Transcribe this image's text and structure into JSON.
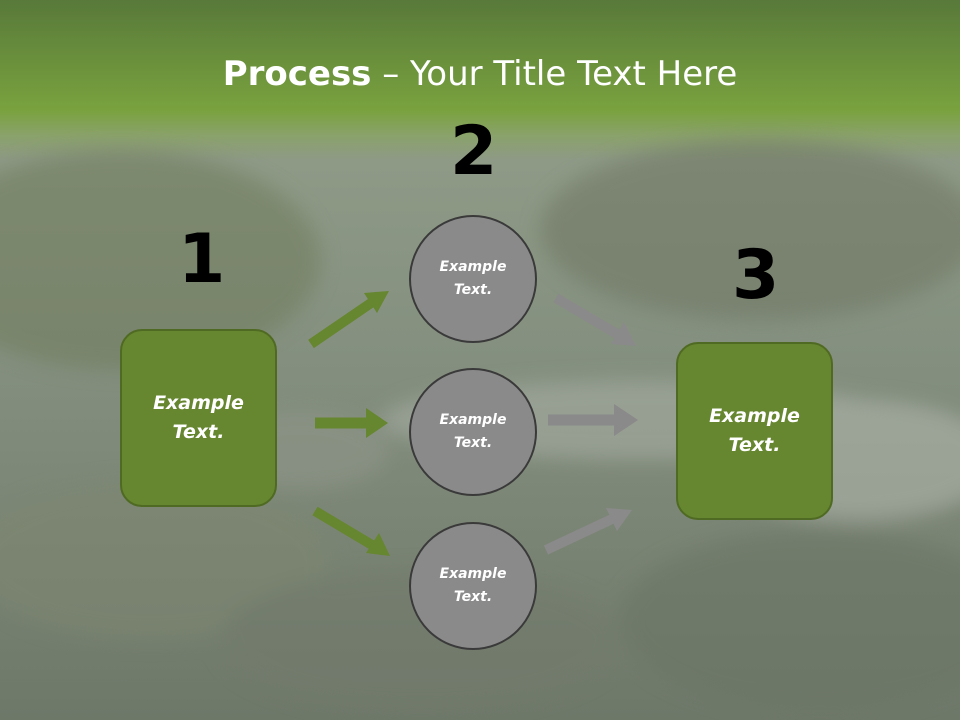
{
  "title": {
    "bold": "Process",
    "rest": " – Your Title Text Here"
  },
  "steps": {
    "one": {
      "number": "1",
      "label": "Example Text."
    },
    "two": {
      "number": "2"
    },
    "three": {
      "number": "3",
      "label": "Example Text."
    }
  },
  "circles": [
    {
      "label": "Example Text."
    },
    {
      "label": "Example Text."
    },
    {
      "label": "Example Text."
    }
  ],
  "colors": {
    "accent_green": "#66862f",
    "arrow_green": "#66862f",
    "arrow_gray": "#8a8a8a",
    "circle_gray": "#8a8a8a"
  }
}
